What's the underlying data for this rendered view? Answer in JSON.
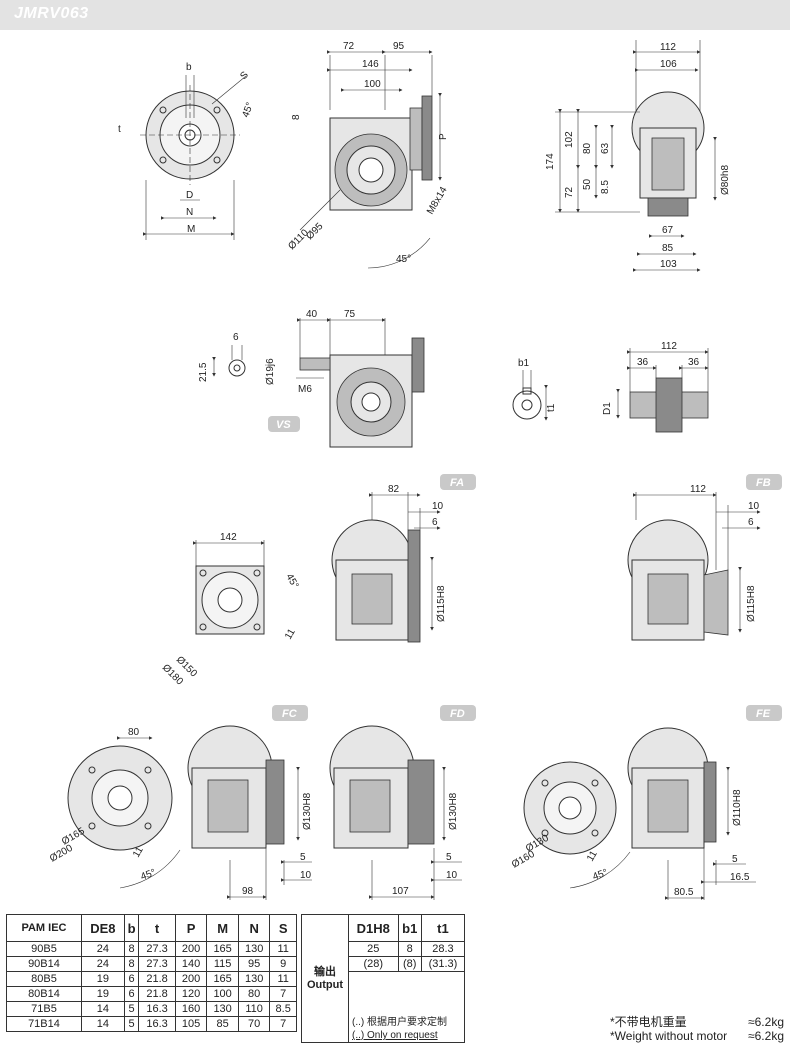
{
  "header": {
    "title": "JMRV063"
  },
  "tags": {
    "vs": "VS",
    "fa": "FA",
    "fb": "FB",
    "fc": "FC",
    "fd": "FD",
    "fe": "FE"
  },
  "labels": {
    "b": "b",
    "t": "t",
    "d": "D",
    "n": "N",
    "m": "M",
    "s": "S",
    "p": "P",
    "angle45": "45°",
    "m8x14": "M8x14",
    "m6": "M6",
    "d1": "D1",
    "b1": "b1",
    "t1": "t1"
  },
  "dims": {
    "top_mid": {
      "d72": "72",
      "d95": "95",
      "d146": "146",
      "d100": "100",
      "d8": "8",
      "dia95": "Ø95",
      "dia110": "Ø110"
    },
    "top_right": {
      "d112": "112",
      "d106": "106",
      "d174": "174",
      "d102": "102",
      "d80": "80",
      "d63": "63",
      "d72": "72",
      "d50": "50",
      "d8_5": "8.5",
      "dia80": "Ø80h8",
      "d67": "67",
      "d85": "85",
      "d103": "103"
    },
    "vs": {
      "d40": "40",
      "d75": "75",
      "d6": "6",
      "d21_5": "21.5",
      "dia19": "Ø19j6"
    },
    "shaft": {
      "d112": "112",
      "d36a": "36",
      "d36b": "36"
    },
    "fa": {
      "d142": "142",
      "dia150": "Ø150",
      "dia180": "Ø180",
      "d11": "11",
      "d82": "82",
      "d10": "10",
      "d6": "6",
      "dia115": "Ø115H8"
    },
    "fb": {
      "d112": "112",
      "d10": "10",
      "d6": "6",
      "dia115": "Ø115H8"
    },
    "fc": {
      "d80": "80",
      "dia165": "Ø165",
      "dia200": "Ø200",
      "d11": "11",
      "dia130": "Ø130H8",
      "d5": "5",
      "d10": "10",
      "d98": "98"
    },
    "fd": {
      "dia130": "Ø130H8",
      "d5": "5",
      "d10": "10",
      "d107": "107"
    },
    "fe": {
      "dia130": "Ø130",
      "dia160": "Ø160",
      "d11": "11",
      "dia110": "Ø110H8",
      "d5": "5",
      "d16_5": "16.5",
      "d80_5": "80.5"
    }
  },
  "pam_table": {
    "headers": [
      "PAM IEC",
      "DE8",
      "b",
      "t",
      "P",
      "M",
      "N",
      "S"
    ],
    "rows": [
      [
        "90B5",
        "24",
        "8",
        "27.3",
        "200",
        "165",
        "130",
        "11"
      ],
      [
        "90B14",
        "24",
        "8",
        "27.3",
        "140",
        "115",
        "95",
        "9"
      ],
      [
        "80B5",
        "19",
        "6",
        "21.8",
        "200",
        "165",
        "130",
        "11"
      ],
      [
        "80B14",
        "19",
        "6",
        "21.8",
        "120",
        "100",
        "80",
        "7"
      ],
      [
        "71B5",
        "14",
        "5",
        "16.3",
        "160",
        "130",
        "110",
        "8.5"
      ],
      [
        "71B14",
        "14",
        "5",
        "16.3",
        "105",
        "85",
        "70",
        "7"
      ]
    ]
  },
  "output_table": {
    "label_cn": "输出",
    "label_en": "Output",
    "headers": [
      "D1H8",
      "b1",
      "t1"
    ],
    "row1": [
      "25",
      "8",
      "28.3"
    ],
    "row2": [
      "(28)",
      "(8)",
      "(31.3)"
    ],
    "note_cn": "(..) 根据用户要求定制",
    "note_en": "(..) Only on request"
  },
  "weight": {
    "cn_label": "*不带电机重量",
    "cn_value": "≈6.2kg",
    "en_label": "*Weight without motor",
    "en_value": "≈6.2kg"
  }
}
